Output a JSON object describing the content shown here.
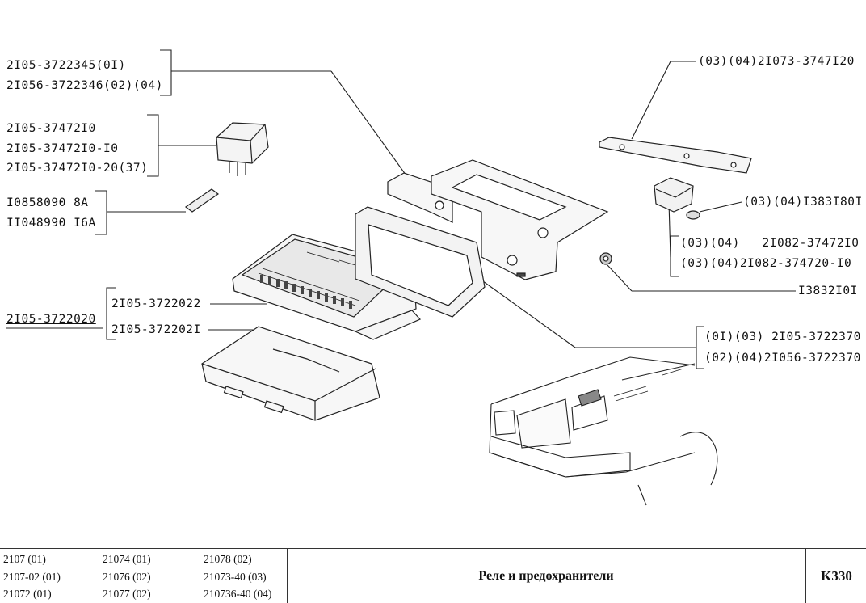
{
  "labels": {
    "relay_top_1": "2I05-3722345(0I)",
    "relay_top_2": "2I056-3722346(02)(04)",
    "relay_1": "2I05-37472I0",
    "relay_2": "2I05-37472I0-I0",
    "relay_3": "2I05-37472I0-20(37)",
    "fuse_1": "I0858090 8A",
    "fuse_2": "II048990 I6A",
    "block_assembly": "2I05-3722020",
    "block_base": "2I05-3722022",
    "block_cover": "2I05-372202I",
    "bracket": "(03)(04)2I073-3747I20",
    "plug": "(03)(04)I383I80I",
    "relay_b_1": "(03)(04)   2I082-37472I0",
    "relay_b_2": "(03)(04)2I082-374720-I0",
    "nut": "I3832I0I",
    "frame_1": "(0I)(03) 2I05-3722370",
    "frame_2": "(02)(04)2I056-3722370"
  },
  "footer": {
    "models": [
      [
        "2107 (01)",
        "21074 (01)",
        "21078 (02)"
      ],
      [
        "2107-02 (01)",
        "21076 (02)",
        "21073-40 (03)"
      ],
      [
        "21072 (01)",
        "21077 (02)",
        "210736-40 (04)"
      ]
    ],
    "title": "Реле и предохранители",
    "code": "K330"
  }
}
